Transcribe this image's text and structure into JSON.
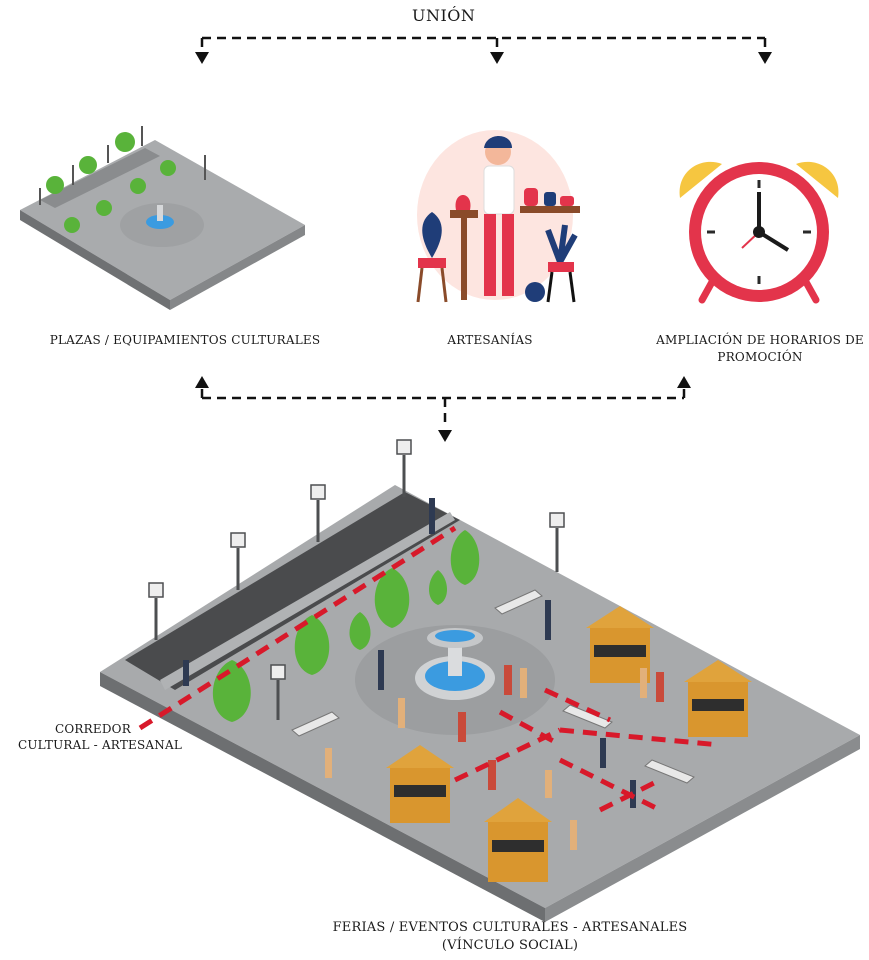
{
  "top": {
    "title": "UNIÓN"
  },
  "nodes": [
    {
      "label": "PLAZAS / EQUIPAMIENTOS CULTURALES"
    },
    {
      "label": "ARTESANÍAS"
    },
    {
      "label_line1": "AMPLIACIÓN DE HORARIOS DE",
      "label_line2": "PROMOCIÓN"
    }
  ],
  "corridor": {
    "line1": "CORREDOR",
    "line2": "CULTURAL - ARTESANAL"
  },
  "bottom": {
    "line1": "FERIAS / EVENTOS CULTURALES - ARTESANALES",
    "line2": "(VÍNCULO SOCIAL)"
  },
  "colors": {
    "connector": "#111111",
    "corridor": "#d8192a",
    "plaza": "#8e9092",
    "tree": "#59b33a",
    "clock": "#e3344b",
    "bell": "#f6c640",
    "kiosk": "#e0a33c"
  }
}
